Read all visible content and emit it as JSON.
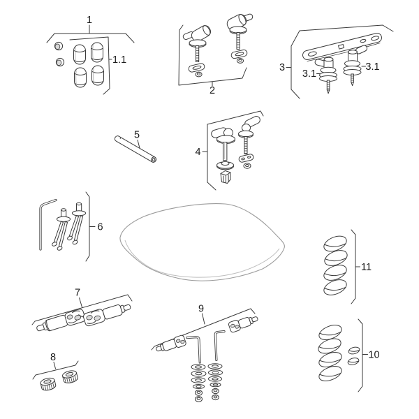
{
  "diagram": {
    "colors": {
      "background": "#ffffff",
      "line": "#3a3a3a",
      "label": "#1a1a1a",
      "seat_line": "#9b9b9b",
      "shade": "#d9d9d9"
    },
    "callouts": {
      "p1": "1",
      "p1_1": "1.1",
      "p2": "2",
      "p3": "3",
      "p3_1_left": "3.1",
      "p3_1_right": "3.1",
      "p4": "4",
      "p5": "5",
      "p6": "6",
      "p7": "7",
      "p8": "8",
      "p9": "9",
      "p10": "10",
      "p11": "11"
    }
  }
}
